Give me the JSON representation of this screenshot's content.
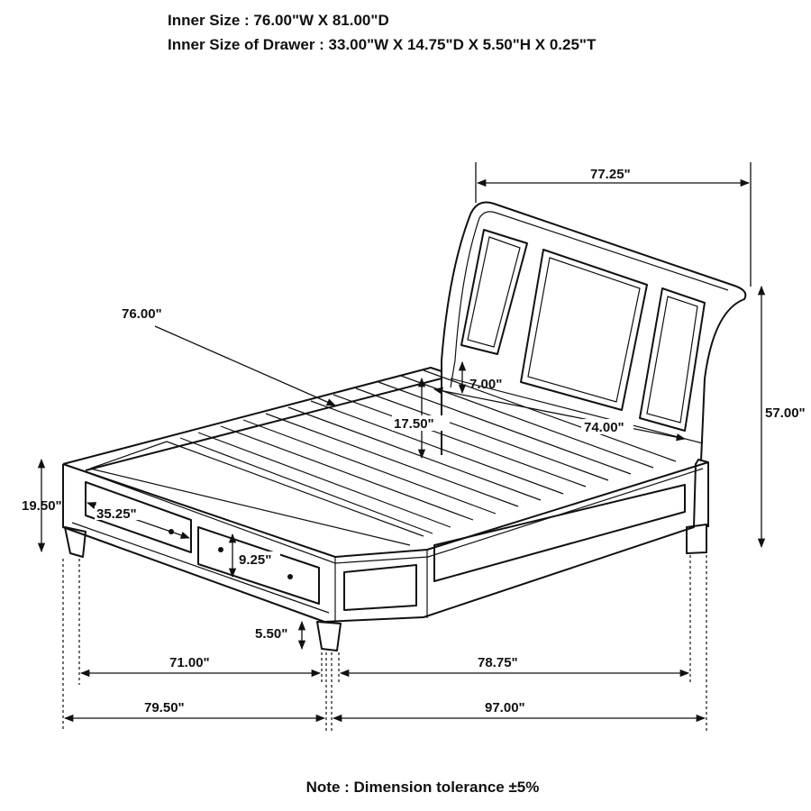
{
  "header": {
    "inner_size": "Inner Size : 76.00\"W X 81.00\"D",
    "drawer_inner_size": "Inner Size of Drawer : 33.00\"W X 14.75\"D X 5.50\"H X 0.25\"T"
  },
  "dimensions": {
    "headboard_width": "77.25\"",
    "headboard_height": "57.00\"",
    "inner_width": "76.00\"",
    "headboard_panel_gap": "7.00\"",
    "rail_height": "17.50\"",
    "inner_headboard_width": "74.00\"",
    "footboard_height": "19.50\"",
    "drawer_width": "35.25\"",
    "drawer_height": "9.25\"",
    "leg_height": "5.50\"",
    "width_inner": "71.00\"",
    "length_inner": "78.75\"",
    "overall_width": "79.50\"",
    "overall_length": "97.00\""
  },
  "footer": {
    "note": "Note : Dimension tolerance ±5%"
  }
}
